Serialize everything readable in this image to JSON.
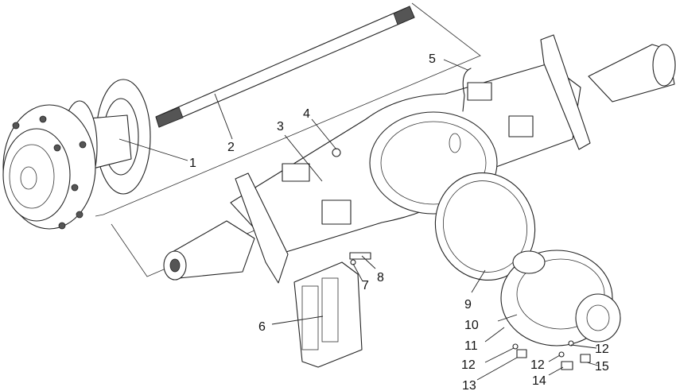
{
  "labels": {
    "p1": "1",
    "p2": "2",
    "p3": "3",
    "p4": "4",
    "p5": "5",
    "p6": "6",
    "p7": "7",
    "p8": "8",
    "p9": "9",
    "p10": "10",
    "p11": "11",
    "p12": "12",
    "p13": "13",
    "p14": "14",
    "p15": "15"
  },
  "colors": {
    "line": "#222222",
    "background": "#ffffff"
  }
}
